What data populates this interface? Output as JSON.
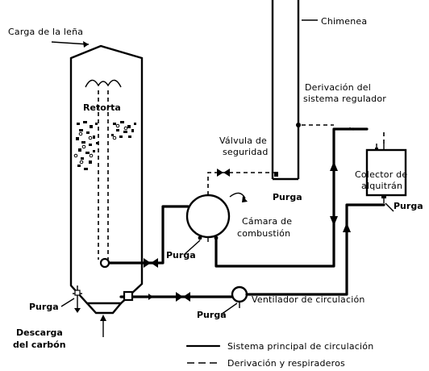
{
  "labels": {
    "carga_lena": "Carga de la leña",
    "chimenea": "Chimenea",
    "retorta": "Retorta",
    "derivacion_1": "Derivación del",
    "derivacion_2": "sistema regulador",
    "valvula_1": "Válvula de",
    "valvula_2": "seguridad",
    "purga_chimenea": "Purga",
    "colector_1": "Colector de",
    "colector_2": "alquitrán",
    "camara_1": "Cámara de",
    "camara_2": "combustión",
    "purga_camara": "Purga",
    "purga_colector": "Purga",
    "purga_retorta": "Purga",
    "ventilador": "Ventilador de circulación",
    "purga_ventilador": "Purga",
    "descarga_1": "Descarga",
    "descarga_2": "del carbón"
  },
  "legend": {
    "solid": "Sistema principal de circulación",
    "dashed": "Derivación y respiraderos"
  },
  "icons": {
    "valve": "bowtie-valve-icon",
    "flow": "flow-arrow-icon"
  }
}
